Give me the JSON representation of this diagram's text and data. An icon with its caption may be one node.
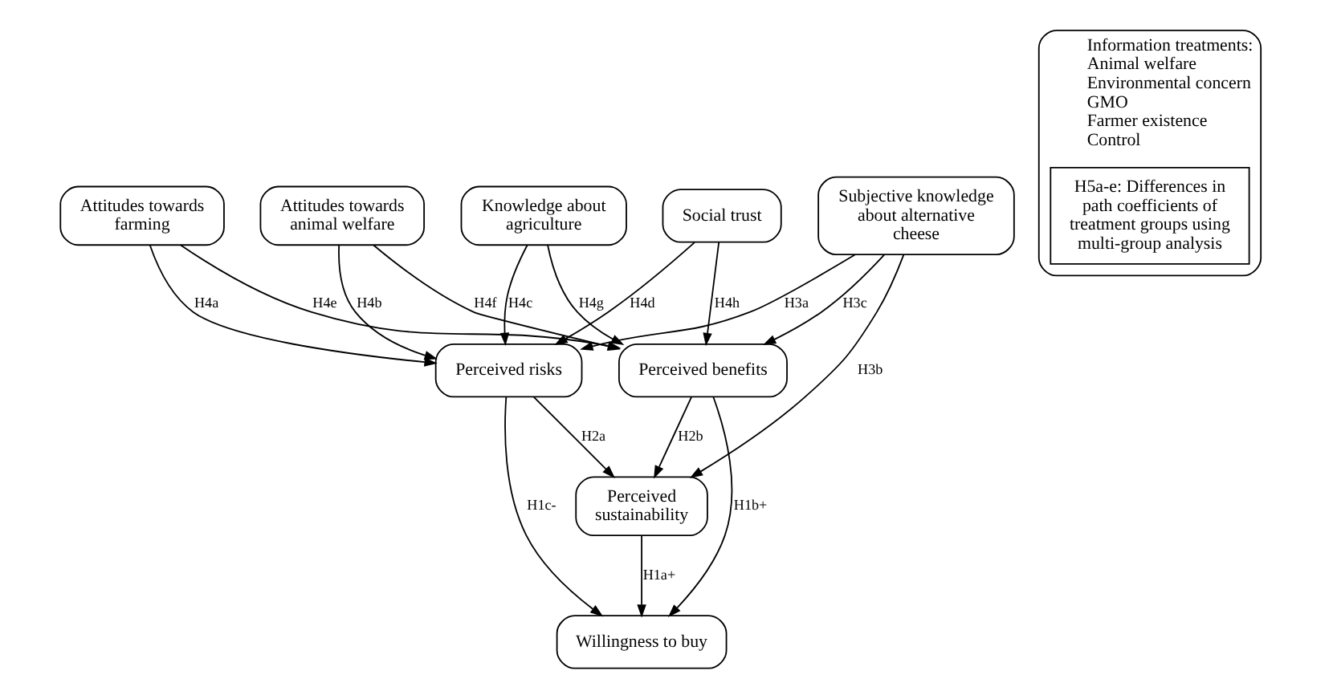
{
  "diagram": {
    "nodes": [
      {
        "text": [
          "Attitudes towards farming"
        ]
      },
      {
        "text": [
          "Attitudes towards animal welfare"
        ]
      },
      {
        "text": [
          "Knowledge about agriculture"
        ]
      },
      {
        "text": [
          "Social trust"
        ]
      },
      {
        "text": [
          "Information treatments:",
          "Animal welfare",
          "Environmental concern",
          "GMO",
          "Farmer existence",
          "Control"
        ]
      },
      {
        "text": [
          "H5a-e: Differences in path coefficients of treatment groups using multi-group analysis"
        ],
        "in": 4
      },
      {
        "text": [
          "Subjective knowledge about alternative cheese"
        ]
      },
      {
        "text": [
          "Perceived risks"
        ]
      },
      {
        "text": [
          "Perceived benefits"
        ]
      },
      {
        "text": [
          "Perceived sustainability"
        ]
      },
      {
        "text": [
          "Willingness to buy"
        ]
      }
    ],
    "edges": [
      {
        "from": 0,
        "to": 7,
        "arrow": "to",
        "label": "H4a"
      },
      {
        "from": 1,
        "to": 7,
        "arrow": "to",
        "label": "H4b"
      },
      {
        "from": 2,
        "to": 7,
        "arrow": "to",
        "label": "H4c"
      },
      {
        "from": 3,
        "to": 7,
        "arrow": "to",
        "label": "H4d"
      },
      {
        "from": 0,
        "to": 8,
        "arrow": "to",
        "label": "H4e"
      },
      {
        "from": 1,
        "to": 8,
        "arrow": "to",
        "label": "H4f"
      },
      {
        "from": 2,
        "to": 8,
        "arrow": "to",
        "label": "H4g"
      },
      {
        "from": 3,
        "to": 8,
        "arrow": "to",
        "label": "H4h"
      },
      {
        "from": 6,
        "to": 7,
        "arrow": "to",
        "label": "H3a"
      },
      {
        "from": 6,
        "to": 9,
        "arrow": "to",
        "label": "H3b"
      },
      {
        "from": 6,
        "to": 8,
        "arrow": "to",
        "label": "H3c"
      },
      {
        "from": 7,
        "to": 9,
        "arrow": "to",
        "label": "H2a"
      },
      {
        "from": 8,
        "to": 9,
        "arrow": "to",
        "label": "H2b"
      },
      {
        "from": 7,
        "to": 10,
        "arrow": "to",
        "label": "H1c-"
      },
      {
        "from": 9,
        "to": 10,
        "arrow": "to",
        "label": "H1a+"
      },
      {
        "from": 8,
        "to": 10,
        "arrow": "to",
        "label": "H1b+"
      }
    ]
  }
}
